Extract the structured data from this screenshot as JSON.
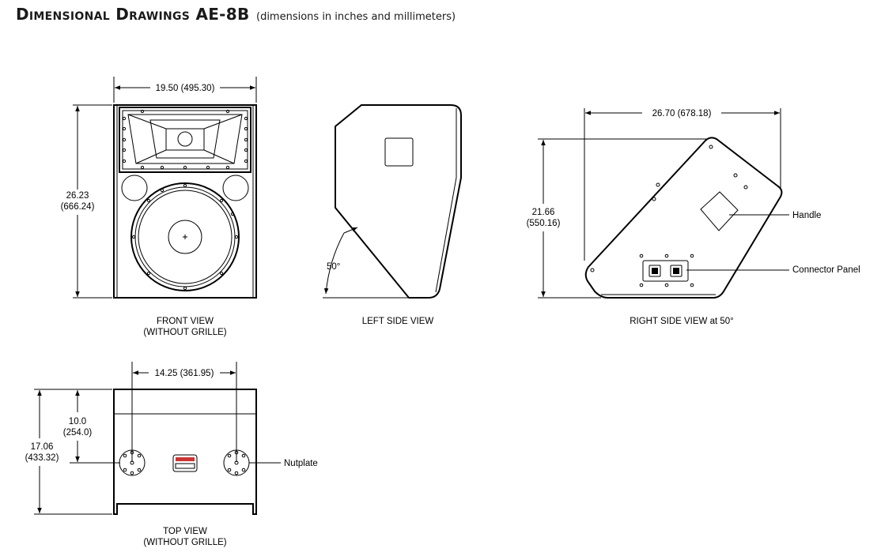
{
  "header": {
    "title": "Dimensional Drawings AE-8B",
    "subtitle": "(dimensions in inches and millimeters)"
  },
  "front_view": {
    "width_label": "19.50 (495.30)",
    "height_in": "26.23",
    "height_mm": "(666.24)",
    "caption_line1": "FRONT VIEW",
    "caption_line2": "(WITHOUT GRILLE)"
  },
  "left_side_view": {
    "angle_label": "50°",
    "caption": "LEFT SIDE VIEW"
  },
  "right_side_view": {
    "width_label": "26.70 (678.18)",
    "height_in": "21.66",
    "height_mm": "(550.16)",
    "handle_label": "Handle",
    "connector_label": "Connector Panel",
    "caption": "RIGHT SIDE VIEW at 50°"
  },
  "top_view": {
    "spacing_label": "14.25 (361.95)",
    "inner_in": "10.0",
    "inner_mm": "(254.0)",
    "depth_in": "17.06",
    "depth_mm": "(433.32)",
    "nutplate_label": "Nutplate",
    "caption_line1": "TOP VIEW",
    "caption_line2": "(WITHOUT GRILLE)"
  }
}
